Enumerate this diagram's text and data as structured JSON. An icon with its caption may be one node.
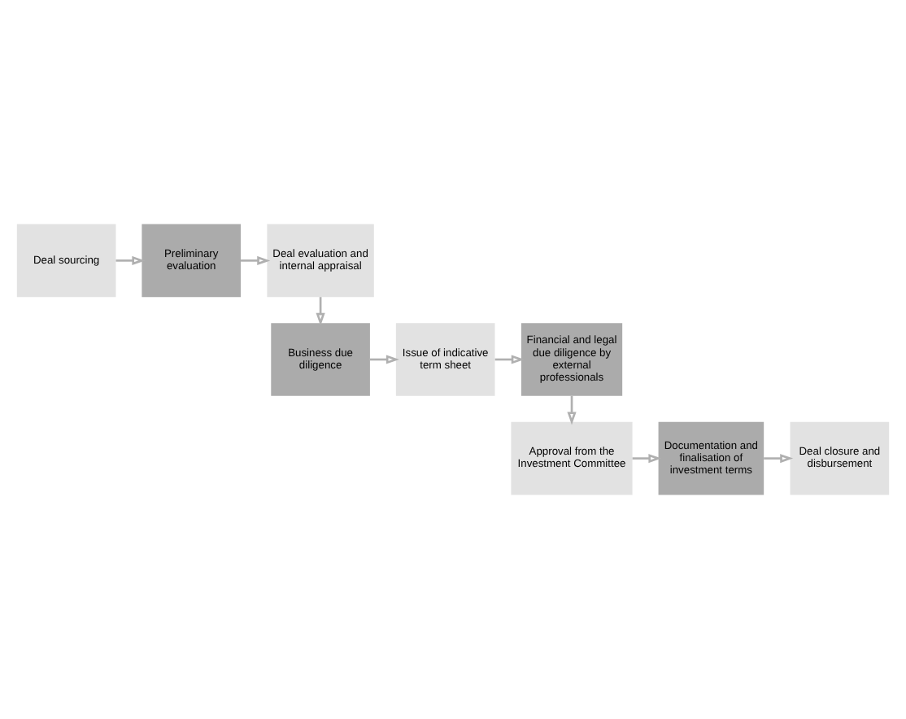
{
  "diagram": {
    "nodes": [
      {
        "text": [
          "Deal sourcing"
        ]
      },
      {
        "text": [
          "Preliminary evaluation"
        ]
      },
      {
        "text": [
          "Deal evaluation and internal appraisal"
        ]
      },
      {
        "text": [
          "Business due diligence"
        ]
      },
      {
        "text": [
          "Issue of indicative term sheet"
        ]
      },
      {
        "text": [
          "Financial and legal due diligence by external professionals"
        ]
      },
      {
        "text": [
          "Approval from the Investment Committee"
        ]
      },
      {
        "text": [
          "Documentation and finalisation of investment terms"
        ]
      },
      {
        "text": [
          "Deal closure and disbursement"
        ]
      }
    ],
    "edges": [
      {
        "from": 0,
        "to": 1,
        "arrow": "to"
      },
      {
        "from": 1,
        "to": 2,
        "arrow": "to"
      },
      {
        "from": 2,
        "to": 3,
        "arrow": "to"
      },
      {
        "from": 3,
        "to": 4,
        "arrow": "to"
      },
      {
        "from": 4,
        "to": 5,
        "arrow": "to"
      },
      {
        "from": 5,
        "to": 6,
        "arrow": "to"
      },
      {
        "from": 6,
        "to": 7,
        "arrow": "to"
      },
      {
        "from": 7,
        "to": 8,
        "arrow": "to"
      }
    ]
  }
}
